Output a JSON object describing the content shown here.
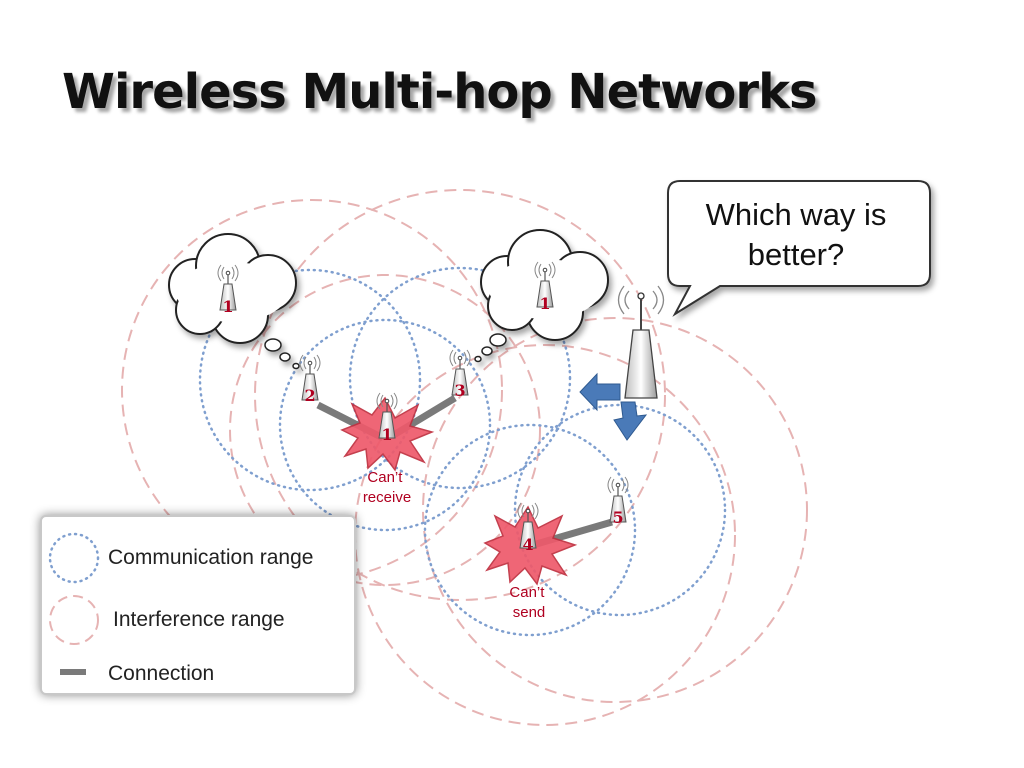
{
  "slide": {
    "title": "Wireless Multi-hop Networks"
  },
  "callout": {
    "line1": "Which way is",
    "line2": "better?"
  },
  "nodes": {
    "thought_left": "1",
    "thought_right": "1",
    "n1": "1",
    "n2": "2",
    "n3": "3",
    "n4": "4",
    "n5": "5"
  },
  "warnings": {
    "cant_receive": [
      "Can’t",
      "receive"
    ],
    "cant_send": [
      "Can’t",
      "send"
    ]
  },
  "legend": {
    "communication": "Communication range",
    "interference": "Interference range",
    "connection": "Connection"
  },
  "colors": {
    "communication_range": "#7f9fcf",
    "interference_range": "#e6b3b3",
    "connection": "#7a7a7a",
    "arrow": "#4a7ab8",
    "burst": "#ee5a6b",
    "label": "#b00020"
  }
}
